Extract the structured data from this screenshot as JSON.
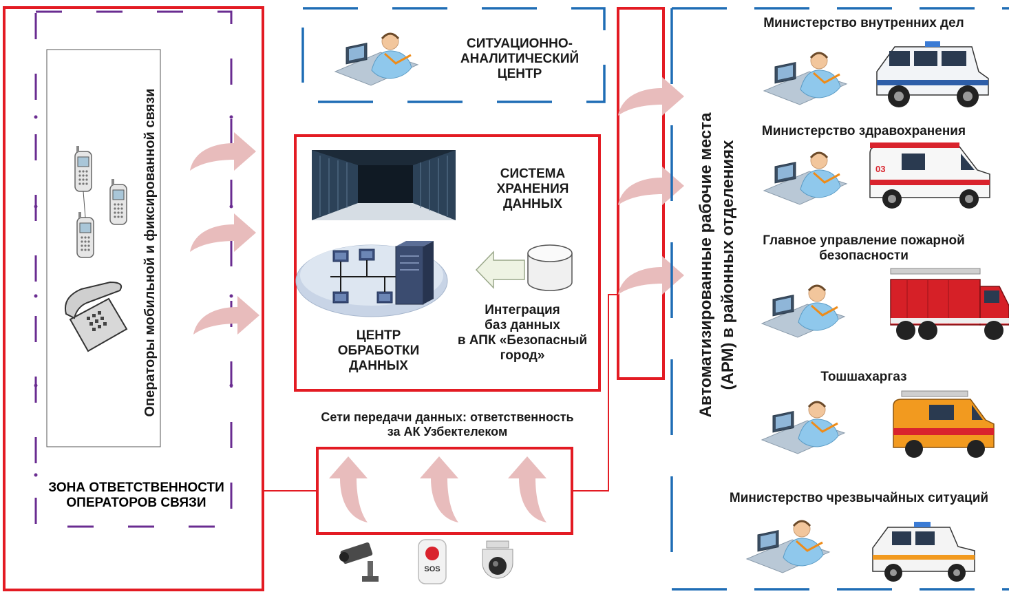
{
  "operators_zone": {
    "vertical_label": "Операторы мобильной и фиксированной связи",
    "zone_title_line1": "ЗОНА ОТВЕТСТВЕННОСТИ",
    "zone_title_line2": "ОПЕРАТОРОВ СВЯЗИ"
  },
  "situation_center": {
    "line1": "СИТУАЦИОННО-",
    "line2": "АНАЛИТИЧЕСКИЙ",
    "line3": "ЦЕНТР"
  },
  "storage": {
    "line1": "СИСТЕМА",
    "line2": "ХРАНЕНИЯ",
    "line3": "ДАННЫХ"
  },
  "processing": {
    "line1": "ЦЕНТР",
    "line2": "ОБРАБОТКИ",
    "line3": "ДАННЫХ"
  },
  "integration": {
    "line1": "Интеграция",
    "line2": "баз данных",
    "line3": "в АПК «Безопасный",
    "line4": "город»"
  },
  "network": {
    "line1": "Сети передачи данных: ответственность",
    "line2": "за АК Узбектелеком"
  },
  "arm": {
    "line1": "Автоматизированные рабочие места",
    "line2": "(АРМ) в районных отделениях"
  },
  "agencies": [
    {
      "name": "Министерство внутренних дел"
    },
    {
      "name": "Министерство здравохранения"
    },
    {
      "name": "Главное управление пожарной",
      "name2": "безопасности"
    },
    {
      "name": "Тошшахаргаз"
    },
    {
      "name": "Министерство чрезвычайных ситуаций"
    }
  ],
  "sos_label": "SOS",
  "ambulance_number": "03",
  "icons": [
    "operator-workstation-icon",
    "mobile-phone-icon",
    "desk-phone-icon",
    "server-room-icon",
    "network-icon",
    "database-icon",
    "cctv-camera-icon",
    "sos-button-icon",
    "dome-camera-icon",
    "police-car-icon",
    "ambulance-icon",
    "fire-truck-icon",
    "gas-service-vehicle-icon",
    "emergency-vehicle-icon"
  ],
  "colors": {
    "frame_red": "#e31b23",
    "dash_blue": "#1f6db5",
    "dash_purple": "#6a2c91",
    "arrow_pink": "#e8bcbc"
  }
}
